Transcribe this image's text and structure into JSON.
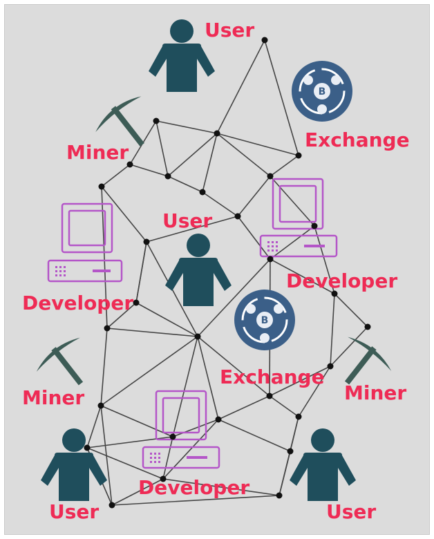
{
  "colors": {
    "background": "#dcdcdc",
    "label": "#ee2b55",
    "person": "#1f4e5c",
    "miner": "#3d5c56",
    "developer": "#b455c8",
    "exchange": "#3b5f88",
    "edge": "#444444",
    "node": "#111111"
  },
  "labels": {
    "user_top": "User",
    "user_center": "User",
    "user_bottom_left": "User",
    "user_bottom_right": "User",
    "miner_top": "Miner",
    "miner_left": "Miner",
    "miner_right": "Miner",
    "developer_left": "Developer",
    "developer_right": "Developer",
    "developer_bottom": "Developer",
    "exchange_top": "Exchange",
    "exchange_center": "Exchange"
  },
  "icons": {
    "person": "person-icon",
    "miner": "pickaxe-icon",
    "developer": "computer-icon",
    "exchange": "bitcoin-exchange-icon"
  }
}
